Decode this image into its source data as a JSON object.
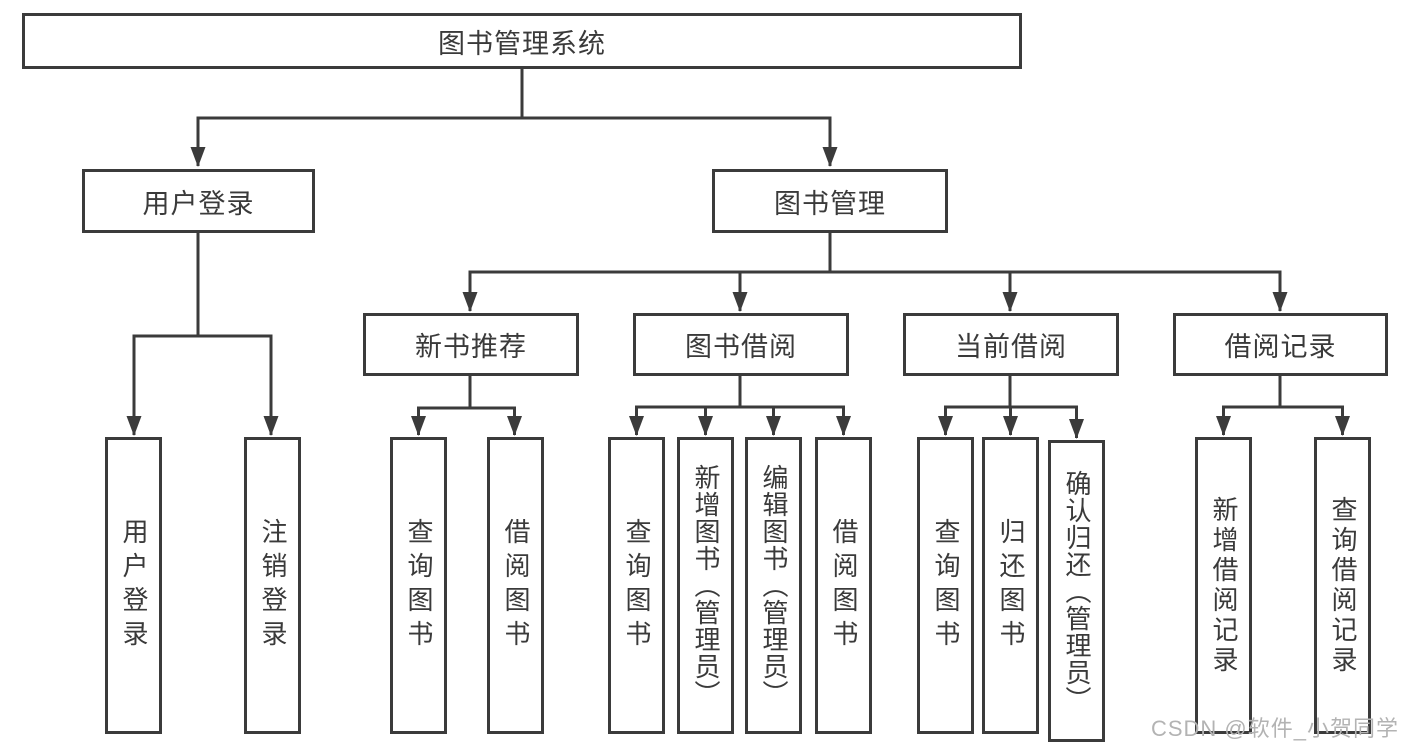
{
  "page": {
    "background_color": "#ffffff",
    "line_color": "#3b3b3b",
    "text_color": "#3a3a3a",
    "watermark_color": "#b3b3b3"
  },
  "watermark": "CSDN @软件_小贺同学",
  "diagram": {
    "root": "图书管理系统",
    "branches": {
      "user_login": "用户登录",
      "book_mgmt": "图书管理"
    },
    "modules": [
      "新书推荐",
      "图书借阅",
      "当前借阅",
      "借阅记录"
    ],
    "leaves": {
      "user_login": [
        "用户登录",
        "注销登录"
      ],
      "new_books": [
        "查询图书",
        "借阅图书"
      ],
      "book_borrow": [
        "查询图书",
        "新增图书（管理员）",
        "编辑图书（管理员）",
        "借阅图书"
      ],
      "current_borrow": [
        "查询图书",
        "归还图书",
        "确认归还（管理员）"
      ],
      "borrow_records": [
        "新增借阅记录",
        "查询借阅记录"
      ]
    }
  }
}
